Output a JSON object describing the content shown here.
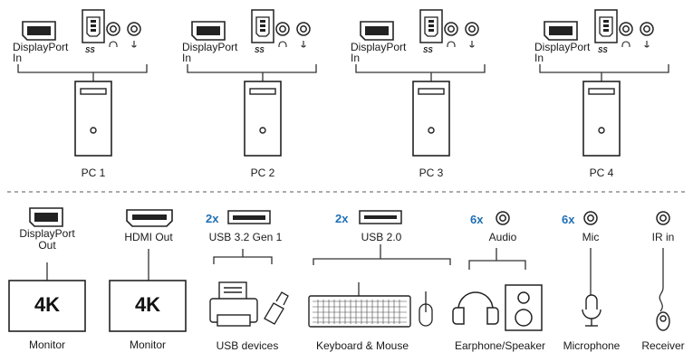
{
  "pcs": [
    {
      "name": "PC 1",
      "port_label": "DisplayPort In",
      "usb_mark": "SS"
    },
    {
      "name": "PC 2",
      "port_label": "DisplayPort In",
      "usb_mark": "SS"
    },
    {
      "name": "PC 3",
      "port_label": "DisplayPort In",
      "usb_mark": "SS"
    },
    {
      "name": "PC 4",
      "port_label": "DisplayPort In",
      "usb_mark": "SS"
    }
  ],
  "outputs": {
    "dp_out": {
      "label": "DisplayPort Out",
      "screen": "4K",
      "device": "Monitor"
    },
    "hdmi_out": {
      "label": "HDMI Out",
      "screen": "4K",
      "device": "Monitor"
    },
    "usb32": {
      "count": "2x",
      "label": "USB 3.2 Gen 1",
      "device": "USB devices"
    },
    "usb20": {
      "count": "2x",
      "label": "USB 2.0",
      "device": "Keyboard & Mouse"
    },
    "audio": {
      "count": "6x",
      "label": "Audio",
      "device": "Earphone/Speaker"
    },
    "mic": {
      "count": "6x",
      "label": "Mic",
      "device": "Microphone"
    },
    "ir": {
      "label": "IR in",
      "device": "Receiver"
    }
  },
  "colors": {
    "line": "#333333",
    "count": "#1f6fb4",
    "text": "#1a1a1a"
  }
}
